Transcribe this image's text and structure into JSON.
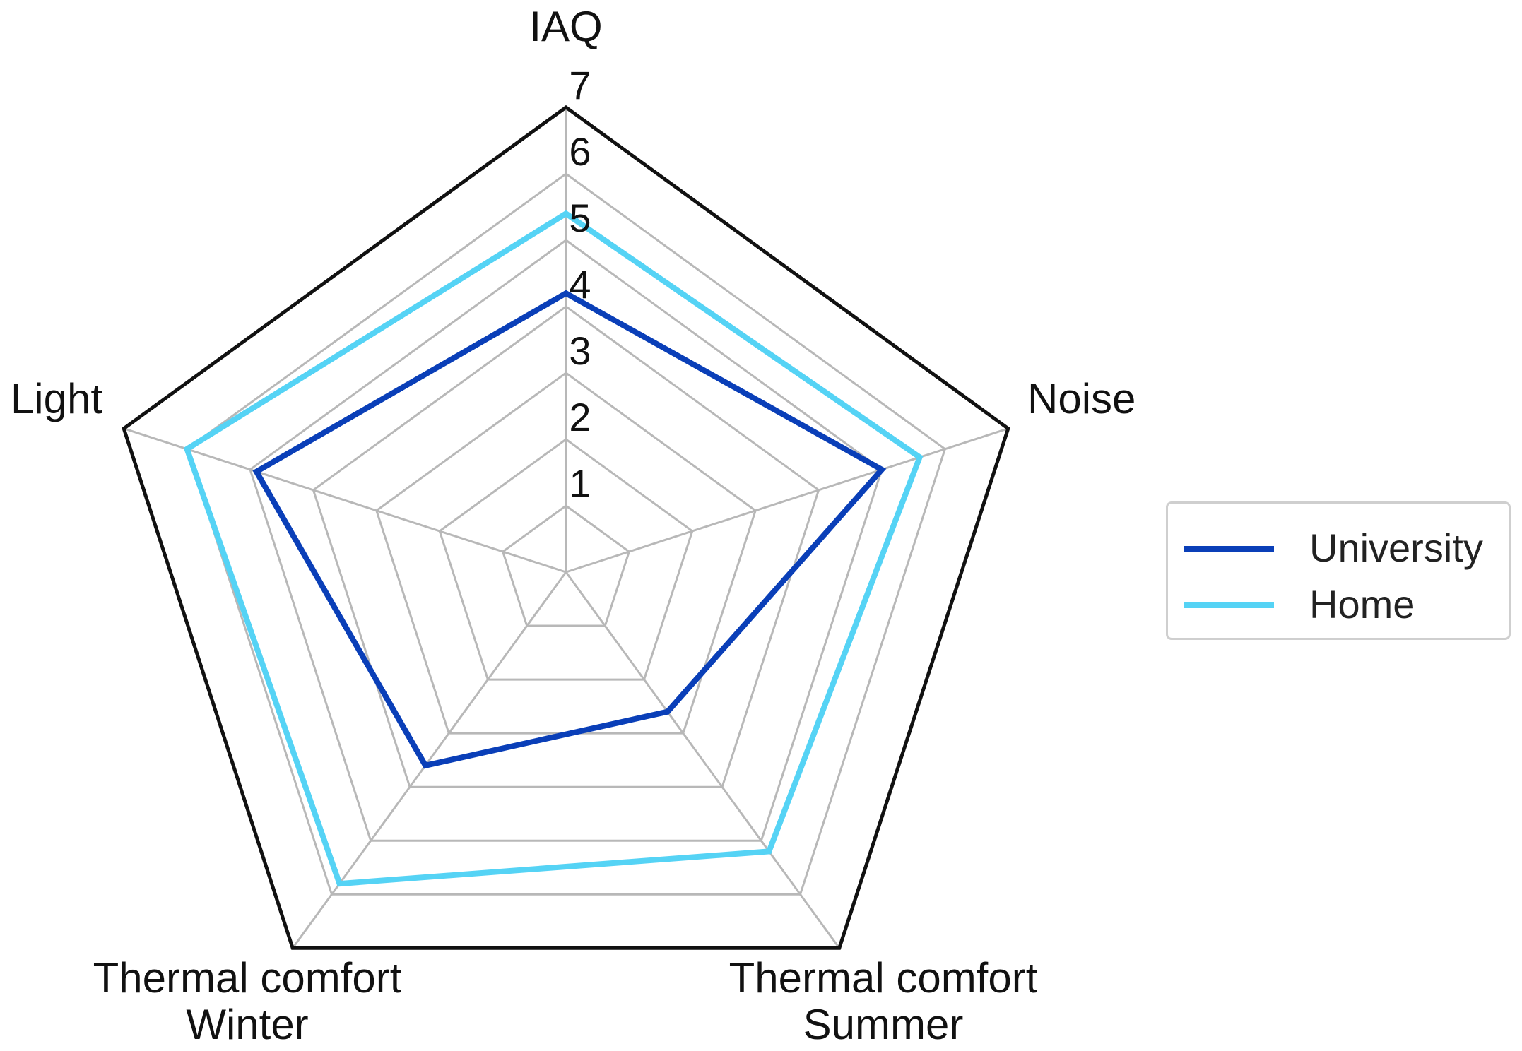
{
  "chart_data": {
    "type": "radar",
    "axes": [
      "IAQ",
      "Noise",
      "Thermal comfort Summer",
      "Thermal comfort Winter",
      "Light"
    ],
    "axis_label_lines": [
      [
        "IAQ"
      ],
      [
        "Noise"
      ],
      [
        "Thermal comfort",
        "Summer"
      ],
      [
        "Thermal comfort",
        "Winter"
      ],
      [
        "Light"
      ]
    ],
    "ticks": [
      "1",
      "2",
      "3",
      "4",
      "5",
      "6",
      "7"
    ],
    "rlim": [
      0,
      7
    ],
    "grid": true,
    "legend_position": "right",
    "series": [
      {
        "name": "University",
        "color": "#0a3fb8",
        "values": [
          4.2,
          5.0,
          2.6,
          3.6,
          4.9
        ]
      },
      {
        "name": "Home",
        "color": "#55d3f5",
        "values": [
          5.4,
          5.6,
          5.2,
          5.8,
          6.0
        ]
      }
    ]
  },
  "legend": {
    "items": [
      {
        "label": "University",
        "color": "#0a3fb8"
      },
      {
        "label": "Home",
        "color": "#55d3f5"
      }
    ]
  }
}
